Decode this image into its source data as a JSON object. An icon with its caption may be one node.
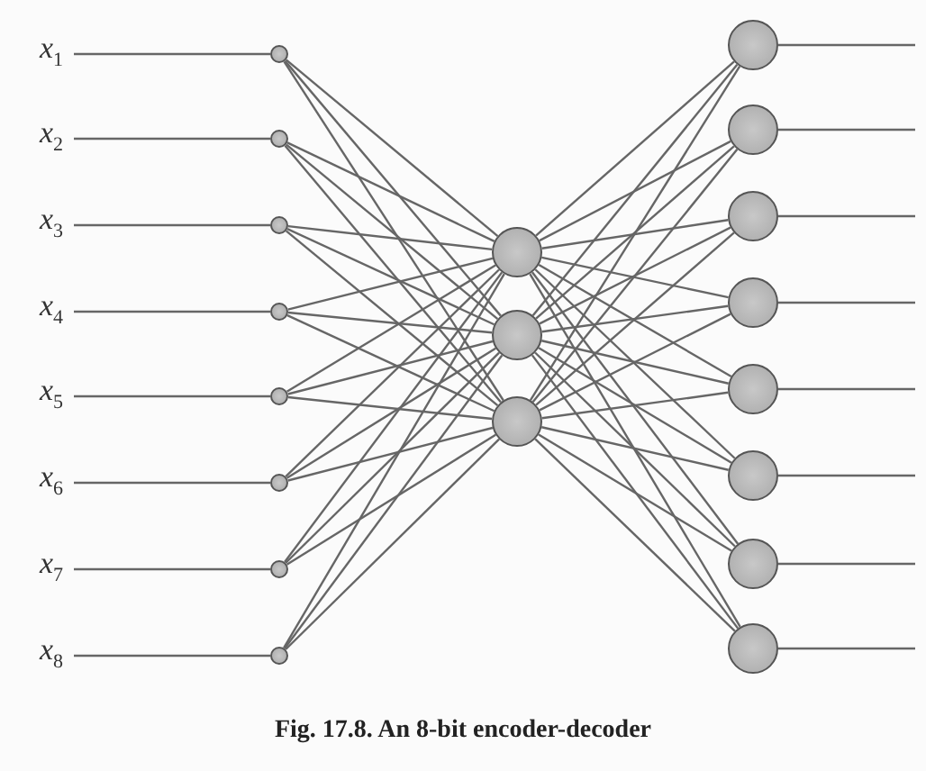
{
  "diagram": {
    "caption": "Fig. 17.8. An 8-bit encoder-decoder",
    "nodes": [
      {
        "text": [
          "x$_{1}$"
        ]
      },
      {
        "text": [
          "x$_{2}$"
        ]
      },
      {
        "text": [
          "x$_{3}$"
        ]
      },
      {
        "text": [
          "x$_{4}$"
        ]
      },
      {
        "text": [
          "x$_{5}$"
        ]
      },
      {
        "text": [
          "x$_{6}$"
        ]
      },
      {
        "text": [
          "x$_{7}$"
        ]
      },
      {
        "text": [
          "x$_{8}$"
        ]
      },
      {
        "text": [],
        "shape": "circle"
      },
      {
        "text": [],
        "shape": "circle"
      },
      {
        "text": [],
        "shape": "circle"
      },
      {
        "text": [],
        "shape": "circle"
      },
      {
        "text": [],
        "shape": "circle"
      },
      {
        "text": [],
        "shape": "circle"
      },
      {
        "text": [],
        "shape": "circle"
      },
      {
        "text": [],
        "shape": "circle"
      },
      {
        "text": [],
        "shape": "circle"
      },
      {
        "text": [],
        "shape": "circle"
      },
      {
        "text": [],
        "shape": "circle"
      },
      {
        "text": [],
        "shape": "circle"
      },
      {
        "text": [],
        "shape": "circle"
      },
      {
        "text": [],
        "shape": "circle"
      },
      {
        "text": [],
        "shape": "circle"
      },
      {
        "text": [],
        "shape": "circle"
      },
      {
        "text": [],
        "shape": "circle"
      },
      {
        "text": [],
        "shape": "circle"
      },
      {
        "text": [],
        "shape": "circle"
      }
    ],
    "edges": [
      {
        "from": 0,
        "to": 8,
        "arrow": "none"
      },
      {
        "from": 1,
        "to": 9,
        "arrow": "none"
      },
      {
        "from": 2,
        "to": 10,
        "arrow": "none"
      },
      {
        "from": 3,
        "to": 11,
        "arrow": "none"
      },
      {
        "from": 4,
        "to": 12,
        "arrow": "none"
      },
      {
        "from": 5,
        "to": 13,
        "arrow": "none"
      },
      {
        "from": 6,
        "to": 14,
        "arrow": "none"
      },
      {
        "from": 7,
        "to": 15,
        "arrow": "none"
      },
      {
        "from": 8,
        "to": 16,
        "arrow": "none"
      },
      {
        "from": 8,
        "to": 17,
        "arrow": "none"
      },
      {
        "from": 8,
        "to": 18,
        "arrow": "none"
      },
      {
        "from": 9,
        "to": 16,
        "arrow": "none"
      },
      {
        "from": 9,
        "to": 17,
        "arrow": "none"
      },
      {
        "from": 9,
        "to": 18,
        "arrow": "none"
      },
      {
        "from": 10,
        "to": 16,
        "arrow": "none"
      },
      {
        "from": 10,
        "to": 17,
        "arrow": "none"
      },
      {
        "from": 10,
        "to": 18,
        "arrow": "none"
      },
      {
        "from": 11,
        "to": 16,
        "arrow": "none"
      },
      {
        "from": 11,
        "to": 17,
        "arrow": "none"
      },
      {
        "from": 11,
        "to": 18,
        "arrow": "none"
      },
      {
        "from": 12,
        "to": 16,
        "arrow": "none"
      },
      {
        "from": 12,
        "to": 17,
        "arrow": "none"
      },
      {
        "from": 12,
        "to": 18,
        "arrow": "none"
      },
      {
        "from": 13,
        "to": 16,
        "arrow": "none"
      },
      {
        "from": 13,
        "to": 17,
        "arrow": "none"
      },
      {
        "from": 13,
        "to": 18,
        "arrow": "none"
      },
      {
        "from": 14,
        "to": 16,
        "arrow": "none"
      },
      {
        "from": 14,
        "to": 17,
        "arrow": "none"
      },
      {
        "from": 14,
        "to": 18,
        "arrow": "none"
      },
      {
        "from": 15,
        "to": 16,
        "arrow": "none"
      },
      {
        "from": 15,
        "to": 17,
        "arrow": "none"
      },
      {
        "from": 15,
        "to": 18,
        "arrow": "none"
      },
      {
        "from": 16,
        "to": 19,
        "arrow": "none"
      },
      {
        "from": 16,
        "to": 20,
        "arrow": "none"
      },
      {
        "from": 16,
        "to": 21,
        "arrow": "none"
      },
      {
        "from": 16,
        "to": 22,
        "arrow": "none"
      },
      {
        "from": 16,
        "to": 23,
        "arrow": "none"
      },
      {
        "from": 16,
        "to": 24,
        "arrow": "none"
      },
      {
        "from": 16,
        "to": 25,
        "arrow": "none"
      },
      {
        "from": 16,
        "to": 26,
        "arrow": "none"
      },
      {
        "from": 17,
        "to": 19,
        "arrow": "none"
      },
      {
        "from": 17,
        "to": 20,
        "arrow": "none"
      },
      {
        "from": 17,
        "to": 21,
        "arrow": "none"
      },
      {
        "from": 17,
        "to": 22,
        "arrow": "none"
      },
      {
        "from": 17,
        "to": 23,
        "arrow": "none"
      },
      {
        "from": 17,
        "to": 24,
        "arrow": "none"
      },
      {
        "from": 17,
        "to": 25,
        "arrow": "none"
      },
      {
        "from": 17,
        "to": 26,
        "arrow": "none"
      },
      {
        "from": 18,
        "to": 19,
        "arrow": "none"
      },
      {
        "from": 18,
        "to": 20,
        "arrow": "none"
      },
      {
        "from": 18,
        "to": 21,
        "arrow": "none"
      },
      {
        "from": 18,
        "to": 22,
        "arrow": "none"
      },
      {
        "from": 18,
        "to": 23,
        "arrow": "none"
      },
      {
        "from": 18,
        "to": 24,
        "arrow": "none"
      },
      {
        "from": 18,
        "to": 25,
        "arrow": "none"
      },
      {
        "from": 18,
        "to": 26,
        "arrow": "none"
      },
      {
        "from": 19,
        "to": null,
        "arrow": "none"
      },
      {
        "from": 20,
        "to": null,
        "arrow": "none"
      },
      {
        "from": 21,
        "to": null,
        "arrow": "none"
      },
      {
        "from": 22,
        "to": null,
        "arrow": "none"
      },
      {
        "from": 23,
        "to": null,
        "arrow": "none"
      },
      {
        "from": 24,
        "to": null,
        "arrow": "none"
      },
      {
        "from": 25,
        "to": null,
        "arrow": "none"
      },
      {
        "from": 26,
        "to": null,
        "arrow": "none"
      }
    ]
  }
}
